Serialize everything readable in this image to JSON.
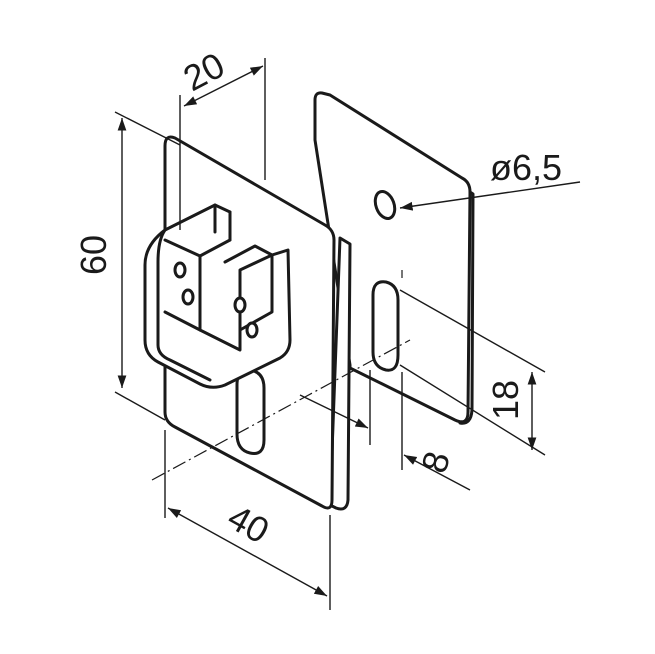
{
  "drawing": {
    "dimensions": {
      "depth": "20",
      "height": "60",
      "hole_diameter": "ø6,5",
      "slot_length": "18",
      "slot_width": "8",
      "width": "40"
    },
    "line_color": "#1a1a1a"
  }
}
